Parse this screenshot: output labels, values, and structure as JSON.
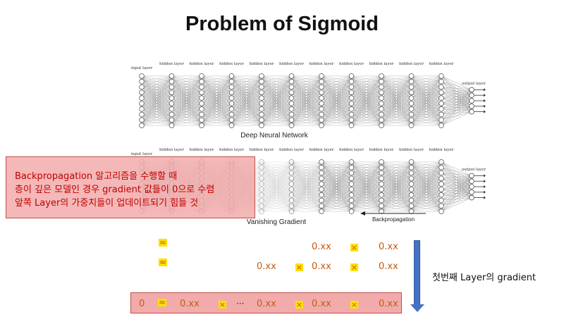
{
  "title": "Problem of Sigmoid",
  "network": {
    "input_label": "input layer",
    "hidden_label": "hidden layer",
    "output_label": "output layer",
    "hidden_layer_count": 10,
    "top_caption": "Deep Neural Network",
    "bottom_caption": "Vanishing Gradient",
    "backprop_label": "Backpropagation"
  },
  "callout": {
    "line1": "Backpropagation 알고리즘을 수행할 때",
    "line2": "층이 깊은 모델인 경우 gradient 값들이 0으로 수렴",
    "line3": "앞쪽 Layer의 가중치들이 업데이트되기 힘들 것"
  },
  "equations": {
    "value": "0.xx",
    "zero": "0",
    "approx_symbol": "≈",
    "times_symbol": "×",
    "ellipsis": "···"
  },
  "gradient_label": "첫번째 Layer의 gradient",
  "colors": {
    "text_red": "#c00000",
    "number_orange": "#c55a11",
    "highlight_yellow": "#ffe000",
    "arrow_blue": "#4472c4",
    "box_red": "#eb8787"
  }
}
